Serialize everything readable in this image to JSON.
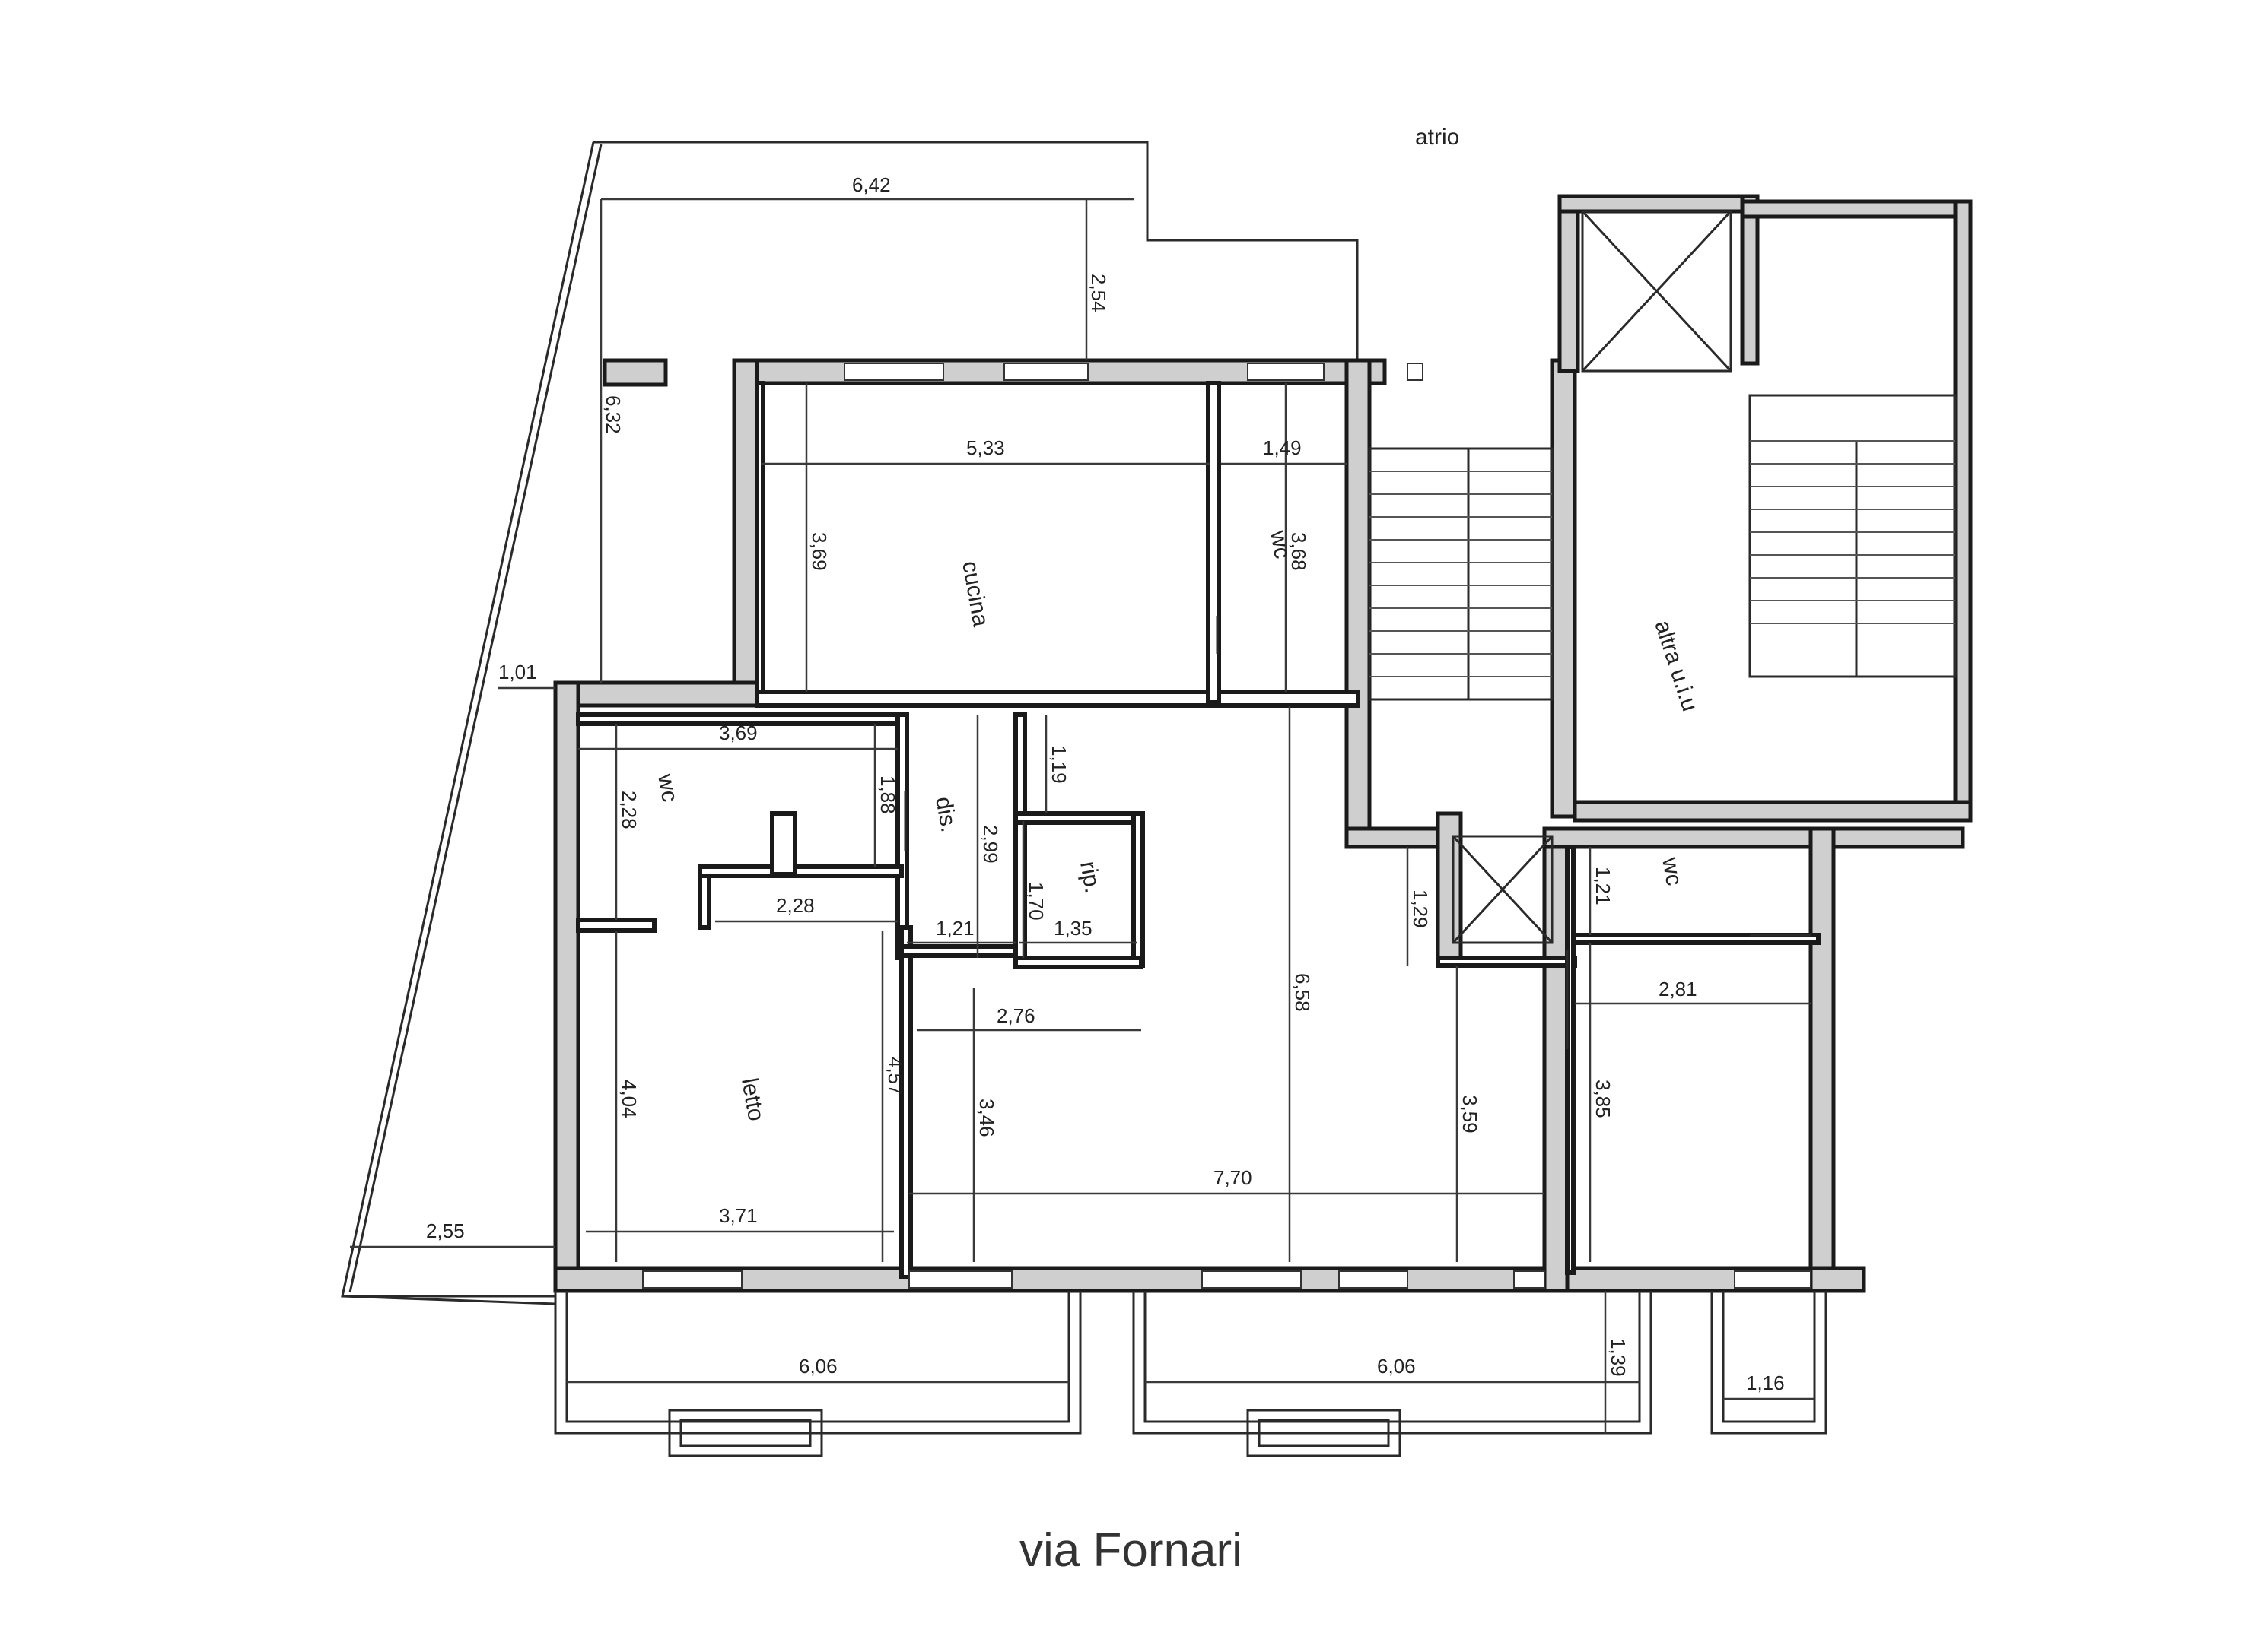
{
  "street_label": "via Fornari",
  "atrio_label": "atrio",
  "rooms": {
    "cucina": "cucina",
    "wc_top": "wc",
    "wc_left": "wc",
    "wc_right": "wc",
    "letto": "letto",
    "dis": "dis.",
    "rip": "rip.",
    "altra": "altra u.i.u"
  },
  "dims": {
    "d642": "6,42",
    "d254": "2,54",
    "d632": "6,32",
    "d101": "1,01",
    "d533": "5,33",
    "d149": "1,49",
    "d369a": "3,69",
    "d368": "3,68",
    "d369b": "3,69",
    "d228a": "2,28",
    "d188": "1,88",
    "d119": "1,19",
    "d299": "2,99",
    "d170": "1,70",
    "d228b": "2,28",
    "d121a": "1,21",
    "d135": "1,35",
    "d129": "1,29",
    "d121b": "1,21",
    "d276": "2,76",
    "d281": "2,81",
    "d404": "4,04",
    "d457": "4,57",
    "d346": "3,46",
    "d658": "6,58",
    "d359": "3,59",
    "d385": "3,85",
    "d770": "7,70",
    "d371": "3,71",
    "d255": "2,55",
    "d606a": "6,06",
    "d606b": "6,06",
    "d139": "1,39",
    "d116": "1,16"
  }
}
